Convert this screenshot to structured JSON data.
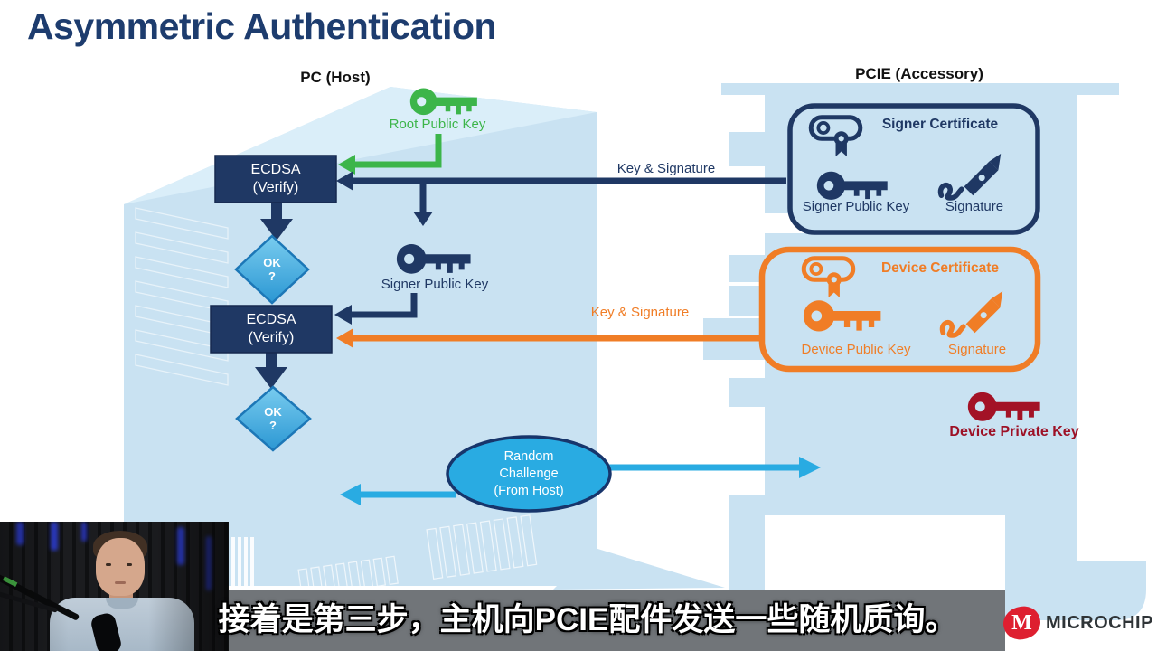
{
  "title": "Asymmetric Authentication",
  "host": {
    "header": "PC (Host)",
    "root_public_key_label": "Root Public Key",
    "ecdsa1": {
      "line1": "ECDSA",
      "line2": "(Verify)"
    },
    "ecdsa2": {
      "line1": "ECDSA",
      "line2": "(Verify)"
    },
    "ok1": {
      "line1": "OK",
      "line2": "?"
    },
    "ok2": {
      "line1": "OK",
      "line2": "?"
    },
    "signer_public_key_label": "Signer Public Key",
    "random_challenge": {
      "line1": "Random",
      "line2": "Challenge",
      "line3": "(From Host)"
    }
  },
  "accessory": {
    "header": "PCIE (Accessory)",
    "signer_certificate": {
      "title": "Signer Certificate",
      "key_label": "Signer Public Key",
      "signature_label": "Signature"
    },
    "device_certificate": {
      "title": "Device Certificate",
      "key_label": "Device Public Key",
      "signature_label": "Signature"
    },
    "device_private_key_label": "Device Private Key"
  },
  "connections": {
    "key_signature_top": "Key & Signature",
    "key_signature_bottom": "Key & Signature"
  },
  "subtitle_text": "接着是第三步，主机向PCIE配件发送一些随机质询。",
  "branding": {
    "logo_mark": "M",
    "logo_text": "MICROCHIP"
  },
  "colors": {
    "navy": "#1f3864",
    "green": "#3cb54a",
    "orange": "#f07d26",
    "cyan": "#29abe2",
    "dark_red": "#a31226",
    "panel_blue": "#c9e2f2"
  }
}
